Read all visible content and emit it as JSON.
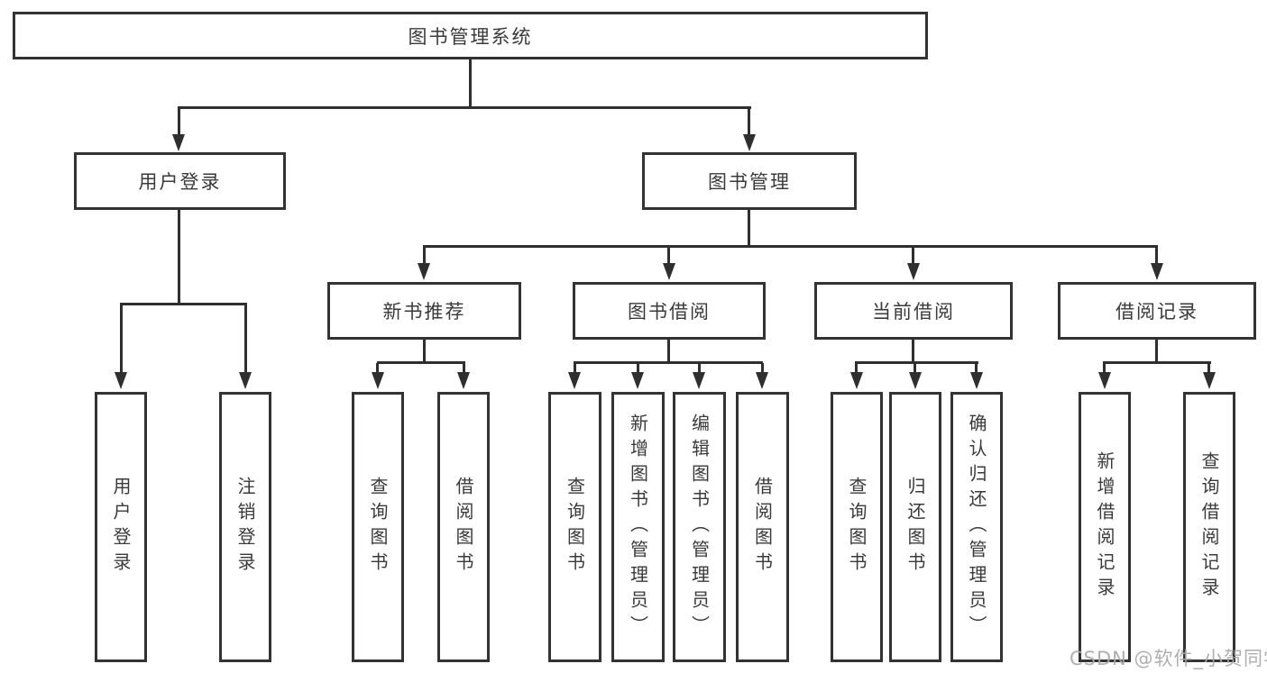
{
  "diagram": {
    "root": {
      "label": "图书管理系统"
    },
    "branches": [
      {
        "label": "用户登录",
        "children": [
          {
            "label": "用户登录"
          },
          {
            "label": "注销登录"
          }
        ]
      },
      {
        "label": "图书管理",
        "children": [
          {
            "label": "新书推荐",
            "children": [
              {
                "label": "查询图书"
              },
              {
                "label": "借阅图书"
              }
            ]
          },
          {
            "label": "图书借阅",
            "children": [
              {
                "label": "查询图书"
              },
              {
                "label": "新增图书（管理员）"
              },
              {
                "label": "编辑图书（管理员）"
              },
              {
                "label": "借阅图书"
              }
            ]
          },
          {
            "label": "当前借阅",
            "children": [
              {
                "label": "查询图书"
              },
              {
                "label": "归还图书"
              },
              {
                "label": "确认归还（管理员）"
              }
            ]
          },
          {
            "label": "借阅记录",
            "children": [
              {
                "label": "新增借阅记录"
              },
              {
                "label": "查询借阅记录"
              }
            ]
          }
        ]
      }
    ]
  },
  "watermark": {
    "text": "CSDN @软件_小贺同学"
  },
  "colors": {
    "line": "#2f2f2f",
    "border": "#333333",
    "text": "#3a3a3a",
    "watermark": "#a8a8a8"
  }
}
